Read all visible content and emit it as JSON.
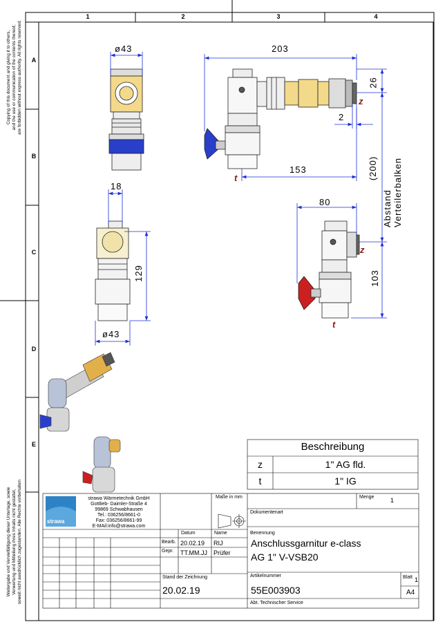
{
  "sheet": {
    "columns": [
      "1",
      "2",
      "3",
      "4"
    ],
    "rows": [
      "A",
      "B",
      "C",
      "D",
      "E"
    ]
  },
  "copyright": {
    "top_lines": [
      "Copying of this document and giving it to others,",
      "and the use or communication of the contents thereof,",
      "are forbidden without express authority. All rights reserved."
    ],
    "bottom_lines": [
      "Weitergabe und Vervielfältigung dieser Unterlage, sowie",
      "Verwertung und Mitteilung ihres Inhalts nicht gestattet,",
      "soweit nicht ausdrücklich zugestanden. Alle Rechte vorbehalten"
    ]
  },
  "dimensions": {
    "d43_top": "ø43",
    "d18": "18",
    "d129": "129",
    "d43_bottom": "ø43",
    "d203": "203",
    "d26": "26",
    "d2": "2",
    "d153": "153",
    "d200": "(200)",
    "abstand": "Abstand Verteilerbalken",
    "d80": "80",
    "d103": "103"
  },
  "labels": {
    "z": "z",
    "t": "t"
  },
  "description_table": {
    "header": "Beschreibung",
    "rows": [
      {
        "key": "z",
        "value": "1\" AG fld."
      },
      {
        "key": "t",
        "value": "1\" IG"
      }
    ]
  },
  "title_block": {
    "logo_text": "strawa",
    "company": [
      "strawa Wärmetechnik GmbH",
      "Gottlieb- Daimler-Straße 4",
      "99869 Schwabhausen",
      "Tel.: 036256/8661-0",
      "Fax: 036256/8661-99",
      "E-MAil:info@strawa.com"
    ],
    "masse_label": "Maße in mm",
    "menge_label": "Menge",
    "menge_value": "1",
    "dokumentenart_label": "Dokumentenart",
    "datum_label": "Datum",
    "name_label": "Name",
    "bearb_label": "Bearb.",
    "bearb_date": "20.02.19",
    "bearb_name": "RIJ",
    "gepr_label": "Gepr.",
    "gepr_date": "TT.MM.JJ",
    "gepr_name": "Prüfer",
    "benennung_label": "Benennung",
    "benennung_line1": "Anschlussgarnitur e-class",
    "benennung_line2": "AG 1\" V-VSB20",
    "stand_label": "Stand der Zeichnung",
    "stand_value": "20.02.19",
    "artikel_label": "Artikelnummer",
    "artikel_value": "55E003903",
    "blatt_label": "Blatt",
    "blatt_value": "1",
    "format_value": "A4",
    "abt_value": "Abt. Technischer Service"
  },
  "colors": {
    "dim_blue": "#1c2fd6",
    "label_red": "#8b1a1a",
    "brass": "#e2b04a",
    "butterfly_blue": "#2a3fc9",
    "butterfly_red": "#cc2020"
  }
}
